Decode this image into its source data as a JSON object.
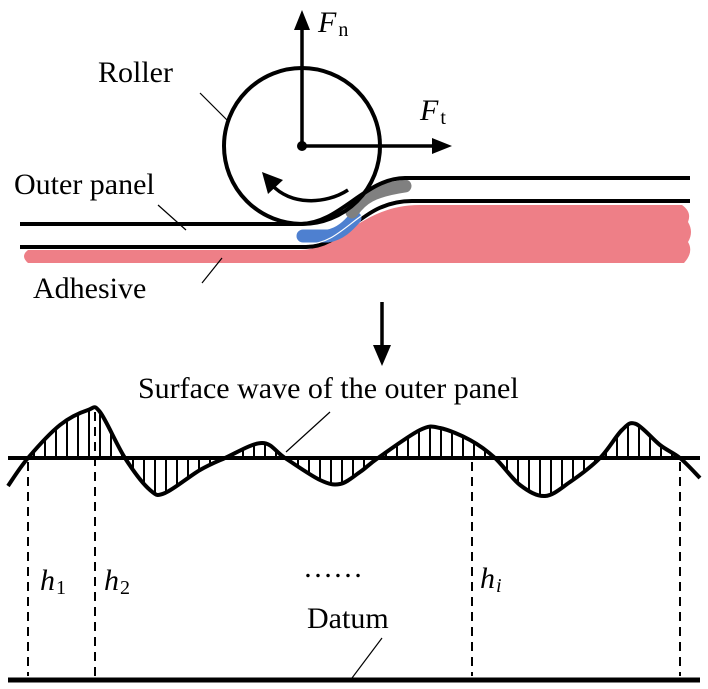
{
  "top_panel": {
    "force_normal": {
      "symbol": "F",
      "subscript": "n"
    },
    "force_tangential": {
      "symbol": "F",
      "subscript": "t"
    },
    "labels": {
      "roller": "Roller",
      "outer_panel": "Outer panel",
      "adhesive": "Adhesive"
    },
    "colors": {
      "adhesive": "#ee7f87",
      "blue_strip": "#4e80d0",
      "gray_strip": "#808080",
      "line": "#000000"
    }
  },
  "bottom_panel": {
    "wave_label": "Surface wave of the outer panel",
    "datum_label": "Datum",
    "heights": [
      {
        "symbol": "h",
        "subscript": "1"
      },
      {
        "symbol": "h",
        "subscript": "2"
      },
      {
        "symbol": "h",
        "subscript": "i"
      }
    ],
    "ellipsis": "……"
  }
}
